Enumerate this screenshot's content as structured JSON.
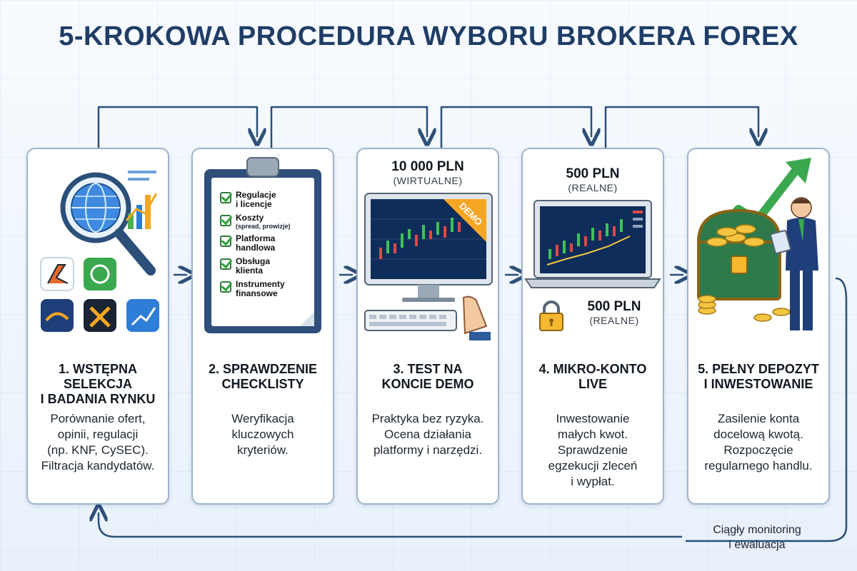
{
  "title": "5-KROKOWA PROCEDURA WYBORU BROKERA FOREX",
  "steps": [
    {
      "title": "1. WSTĘPNA\nSELEKCJA\nI BADANIA RYNKU",
      "desc": "Porównanie ofert,\nopinii, regulacji\n(np. KNF, CySEC).\nFiltracja kandydatów."
    },
    {
      "title": "2. SPRAWDZENIE\nCHECKLISTY",
      "desc": "Weryfikacja\nkluczowych\nkryteriów."
    },
    {
      "title": "3. TEST NA\nKONCIE DEMO",
      "desc": "Praktyka bez ryzyka.\nOcena działania\nplatformy i narzędzi.",
      "amount": "10 000 PLN",
      "amount_sub": "(WIRTUALNE)",
      "badge": "DEMO"
    },
    {
      "title": "4. MIKRO-KONTO\nLIVE",
      "desc": "Inwestowanie\nmałych kwot.\nSprawdzenie\negzekucji zleceń\ni wypłat.",
      "amount_top": "500 PLN",
      "amount_top_sub": "(REALNE)",
      "amount_bottom": "500 PLN",
      "amount_bottom_sub": "(REALNE)"
    },
    {
      "title": "5. PEŁNY DEPOZYT\nI INWESTOWANIE",
      "desc": "Zasilenie konta\ndocelową kwotą.\nRozpoczęcie\nregularnego handlu."
    }
  ],
  "checklist": [
    {
      "label": "Regulacje\ni licencje",
      "sub": ""
    },
    {
      "label": "Koszty",
      "sub": "(spread, prowizje)"
    },
    {
      "label": "Platforma\nhandlowa",
      "sub": ""
    },
    {
      "label": "Obsługa\nklienta",
      "sub": ""
    },
    {
      "label": "Instrumenty\nfinansowe",
      "sub": ""
    }
  ],
  "monitoring": "Ciągły monitoring\ni ewaluacja",
  "colors": {
    "title": "#1f3d66",
    "arrow": "#2d4f78",
    "check": "#2fa23a",
    "demo_badge": "#f5a623",
    "chart_bg": "#0f2d5a"
  }
}
